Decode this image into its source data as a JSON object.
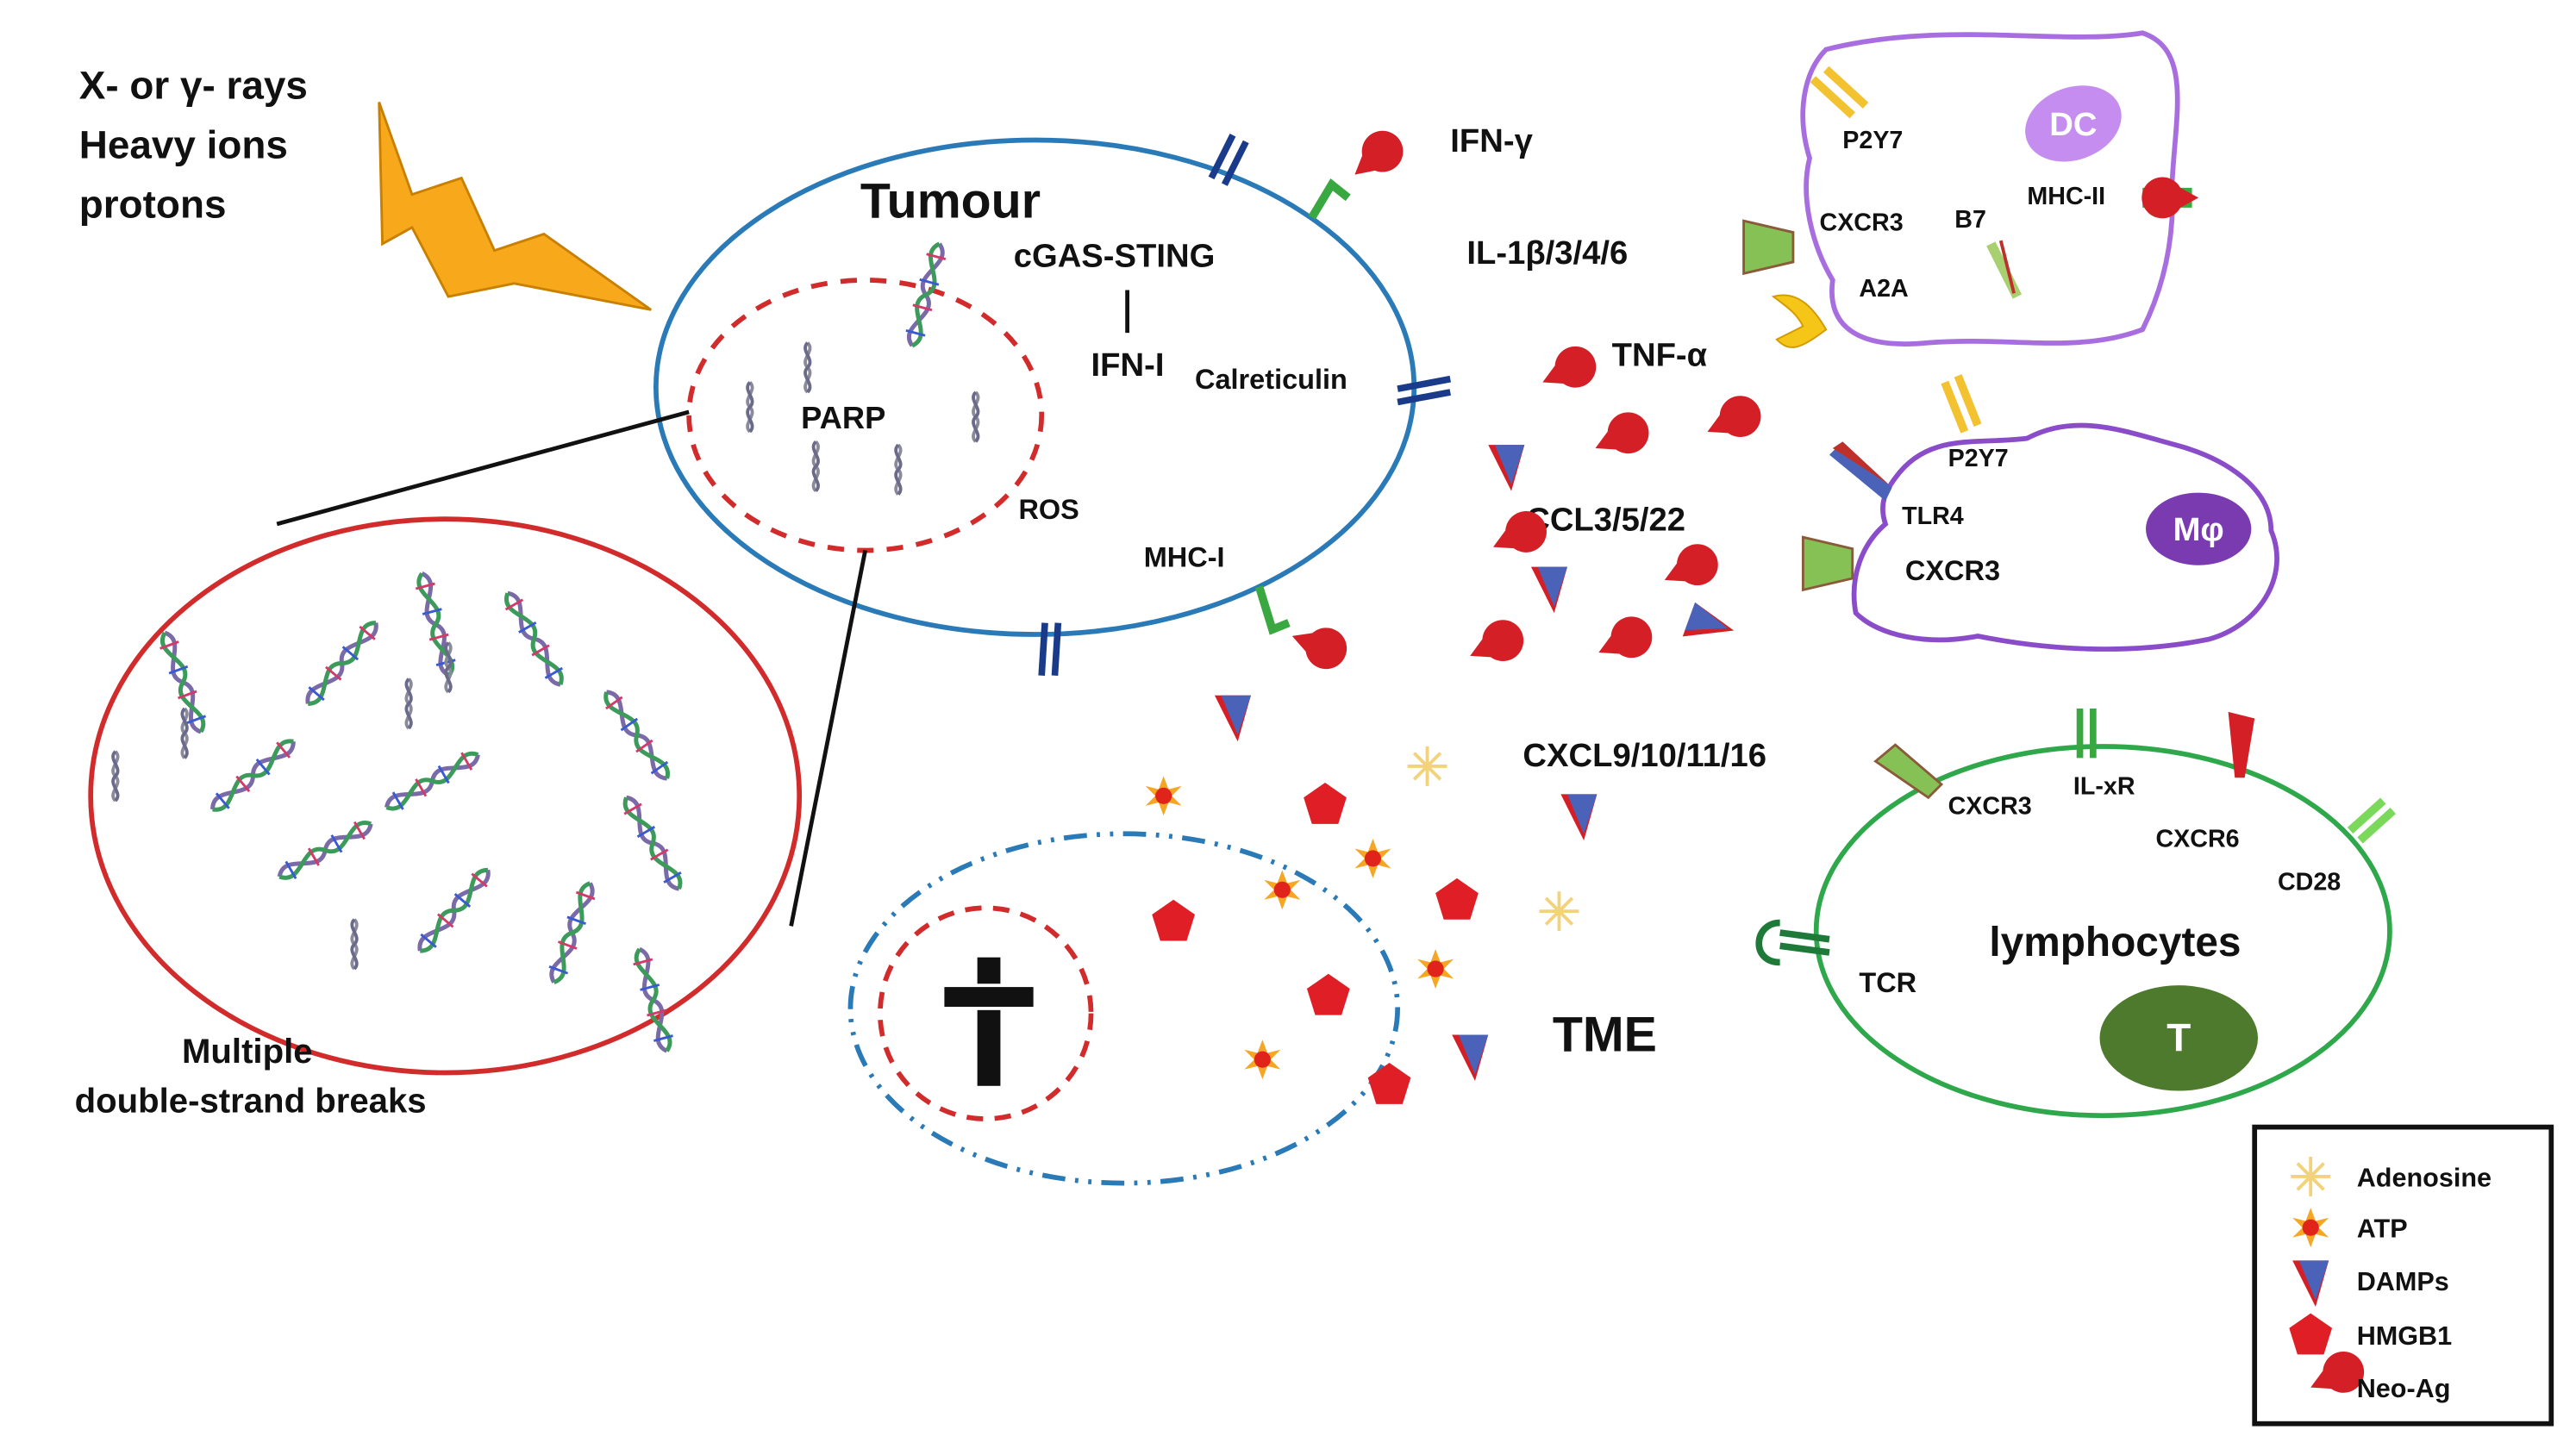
{
  "radiation": {
    "line1": "X- or γ- rays",
    "line2": "Heavy ions",
    "line3": "protons"
  },
  "tumour": {
    "title": "Tumour",
    "cgas": "cGAS-STING",
    "ifn1": "IFN-I",
    "calreticulin": "Calreticulin",
    "parp": "PARP",
    "ros": "ROS",
    "mhc1": "MHC-I"
  },
  "zoom": {
    "line1": "Multiple",
    "line2": "double-strand breaks"
  },
  "cytokines": {
    "ifng": "IFN-γ",
    "il1": "IL-1β/3/4/6",
    "tnfa": "TNF-α",
    "ccl": "CCL3/5/22",
    "cxcl": "CXCL9/10/11/16"
  },
  "tme": "TME",
  "dc": {
    "label": "DC",
    "receptors": {
      "p2y7": "P2Y7",
      "cxcr3": "CXCR3",
      "b7": "B7",
      "mhc2": "MHC-II",
      "a2a": "A2A"
    }
  },
  "macrophage": {
    "label": "Mφ",
    "receptors": {
      "p2y7": "P2Y7",
      "tlr4": "TLR4",
      "cxcr3": "CXCR3"
    }
  },
  "lymphocytes": {
    "label": "lymphocytes",
    "t": "T",
    "receptors": {
      "cxcr3": "CXCR3",
      "ilxr": "IL-xR",
      "cxcr6": "CXCR6",
      "cd28": "CD28",
      "tcr": "TCR"
    }
  },
  "legend": {
    "items": [
      {
        "label": "Adenosine",
        "icon": "adenosine-icon"
      },
      {
        "label": "ATP",
        "icon": "atp-icon"
      },
      {
        "label": "DAMPs",
        "icon": "damps-icon"
      },
      {
        "label": "HMGB1",
        "icon": "hmgb1-icon"
      },
      {
        "label": "Neo-Ag",
        "icon": "neo-ag-icon"
      }
    ]
  },
  "colors": {
    "tumour_membrane": "#2a7ab8",
    "nucleus": "#d22b2b",
    "dc_membrane": "#a86ee0",
    "macrophage_membrane": "#8a4cc8",
    "lymphocyte_membrane": "#2ea84a",
    "t_cell": "#4e7a2e",
    "lightning": "#f7a81b"
  }
}
